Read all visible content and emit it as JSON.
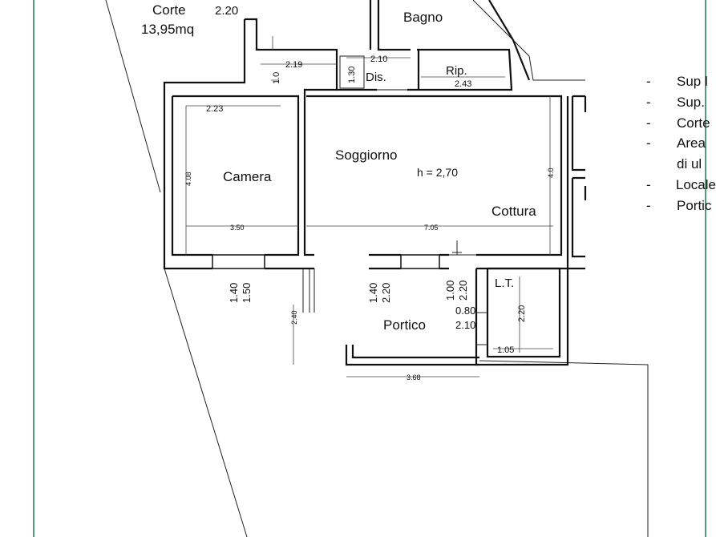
{
  "colors": {
    "frame_green": "#1e7a4f",
    "wall": "#111111",
    "dimension": "#444444"
  },
  "labels": {
    "corte": "Corte",
    "corte_area": "13,95mq",
    "bagno": "Bagno",
    "dis": "Dis.",
    "rip": "Rip.",
    "soggiorno": "Soggiorno",
    "height": "h = 2,70",
    "camera": "Camera",
    "cottura": "Cottura",
    "portico": "Portico",
    "lt": "L.T."
  },
  "dimensions": {
    "d_2_20_top": "2.20",
    "d_2_19": "2.19",
    "d_1_0": "1.0",
    "d_2_10_dis": "2.10",
    "d_1_30": "1.30",
    "d_2_43": "2.43",
    "d_2_23": "2.23",
    "d_4_08": "4.08",
    "d_3_50": "3.50",
    "d_7_05": "7.05",
    "d_4_0": "4.0",
    "d_1_40_a": "1.40",
    "d_1_50": "1.50",
    "d_2_40": "2.40",
    "d_1_40_b": "1.40",
    "d_2_20_b": "2.20",
    "d_1_00": "1.00",
    "d_2_20_c": "2.20",
    "d_0_80": "0.80",
    "d_2_10": "2.10",
    "d_2_20_lt": "2.20",
    "d_1_05": "1.05",
    "d_3_68": "3.68"
  },
  "legend": [
    {
      "dash": "-",
      "text": "Sup l"
    },
    {
      "dash": "-",
      "text": "Sup."
    },
    {
      "dash": "-",
      "text": "Corte"
    },
    {
      "dash": "-",
      "text": "Area"
    },
    {
      "dash": "",
      "text": "di ul"
    },
    {
      "dash": "-",
      "text": "Locale"
    },
    {
      "dash": "-",
      "text": "Portic"
    }
  ]
}
